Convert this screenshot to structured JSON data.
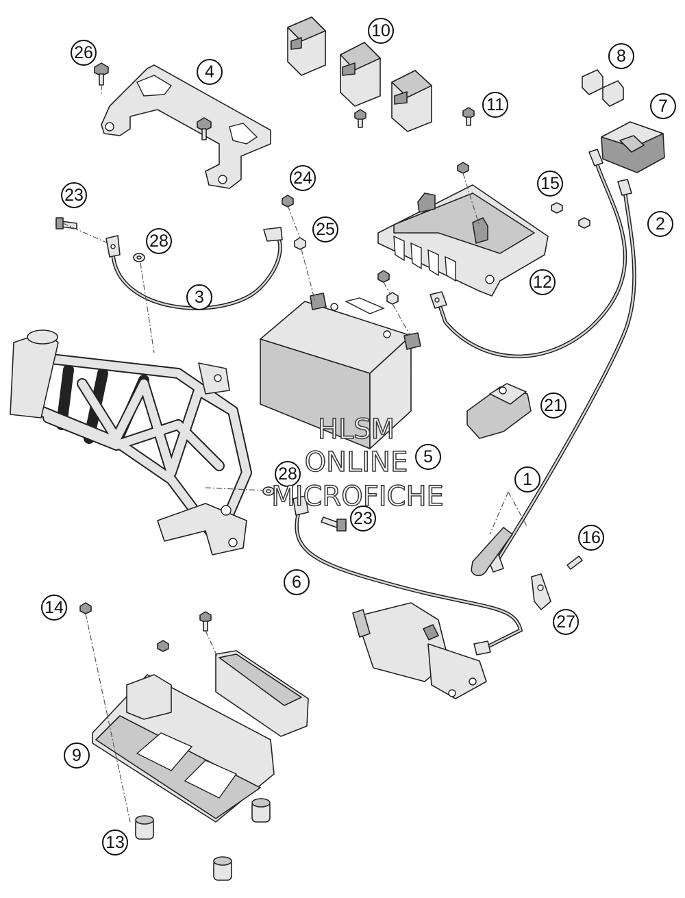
{
  "callouts": [
    {
      "id": "1",
      "label": "1"
    },
    {
      "id": "2",
      "label": "2"
    },
    {
      "id": "3",
      "label": "3"
    },
    {
      "id": "4",
      "label": "4"
    },
    {
      "id": "5",
      "label": "5"
    },
    {
      "id": "6",
      "label": "6"
    },
    {
      "id": "7",
      "label": "7"
    },
    {
      "id": "8",
      "label": "8"
    },
    {
      "id": "9",
      "label": "9"
    },
    {
      "id": "10",
      "label": "10"
    },
    {
      "id": "11",
      "label": "11"
    },
    {
      "id": "12",
      "label": "12"
    },
    {
      "id": "13",
      "label": "13"
    },
    {
      "id": "14",
      "label": "14"
    },
    {
      "id": "15",
      "label": "15"
    },
    {
      "id": "16",
      "label": "16"
    },
    {
      "id": "21",
      "label": "21"
    },
    {
      "id": "23a",
      "label": "23"
    },
    {
      "id": "23b",
      "label": "23"
    },
    {
      "id": "24",
      "label": "24"
    },
    {
      "id": "25",
      "label": "25"
    },
    {
      "id": "26",
      "label": "26"
    },
    {
      "id": "27",
      "label": "27"
    },
    {
      "id": "28a",
      "label": "28"
    },
    {
      "id": "28b",
      "label": "28"
    }
  ],
  "watermark": {
    "line1": "HLSM",
    "line2": "ONLINE",
    "line3": "MICROFICHE"
  }
}
